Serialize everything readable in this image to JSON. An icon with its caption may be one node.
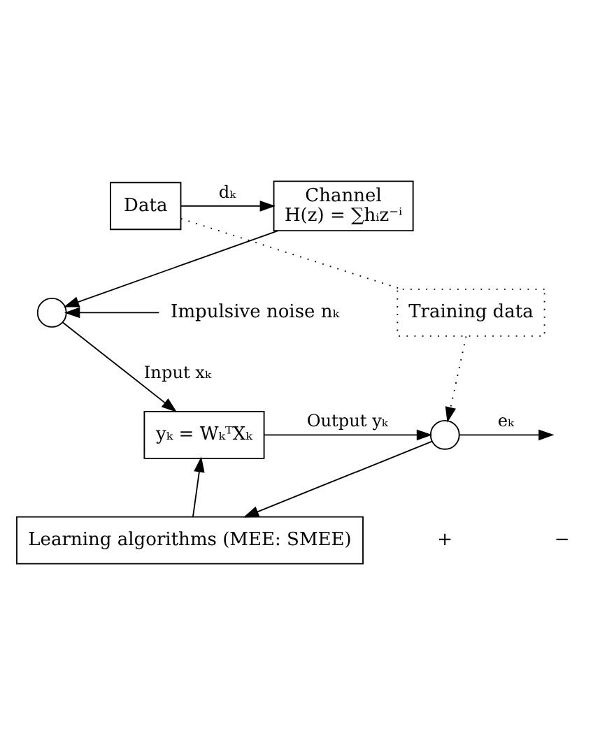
{
  "diagram": {
    "nodes": [
      {
        "text": [
          "Data"
        ]
      },
      {
        "text": [
          "Channel",
          "H(z) = ∑hᵢz⁻ⁱ"
        ]
      },
      {
        "text": [
          "Training data"
        ]
      },
      {
        "text": [
          "Impulsive noise nₖ"
        ]
      },
      {
        "text": [],
        "shape": "circle"
      },
      {
        "text": [
          "yₖ = WₖᵀXₖ"
        ]
      },
      {
        "text": [],
        "shape": "circle"
      },
      {
        "text": [
          "Learning algorithms (MEE: SMEE)"
        ]
      }
    ],
    "edges": [
      {
        "from": 0,
        "to": 1,
        "arrow": "to",
        "label": "dₖ"
      },
      {
        "from": 0,
        "to": 2,
        "arrow": "none",
        "style": "dashed"
      },
      {
        "from": 1,
        "to": 4,
        "arrow": "to"
      },
      {
        "from": 3,
        "to": 4,
        "arrow": "to"
      },
      {
        "from": 4,
        "to": 5,
        "arrow": "to",
        "label": "Input xₖ"
      },
      {
        "from": 2,
        "to": 6,
        "arrow": "to",
        "style": "dashed"
      },
      {
        "from": 5,
        "to": 6,
        "arrow": "to",
        "label": "Output yₖ"
      },
      {
        "from": 6,
        "to": null,
        "arrow": "to",
        "label": "eₖ"
      },
      {
        "from": 6,
        "to": 7,
        "arrow": "to"
      },
      {
        "from": 7,
        "to": 5,
        "arrow": "to"
      }
    ],
    "labels": [
      "+",
      "−"
    ]
  }
}
